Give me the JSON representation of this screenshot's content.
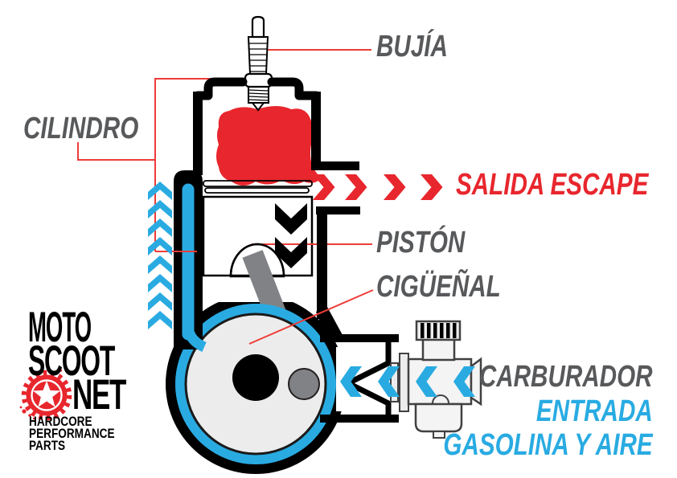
{
  "labels": {
    "bujia": "BUJÍA",
    "cilindro": "CILINDRO",
    "salida_escape": "SALIDA ESCAPE",
    "piston": "PISTÓN",
    "ciguenal": "CIGÜEÑAL",
    "carburador": "CARBURADOR",
    "entrada": "ENTRADA",
    "gasolina_y_aire": "GASOLINA Y AIRE"
  },
  "logo": {
    "line1": "MOTO",
    "line2": "SCOOT",
    "line3": "NET",
    "tagline1": "HARDCORE",
    "tagline2": "PERFORMANCE",
    "tagline3": "PARTS"
  },
  "diagram": {
    "parts": [
      "spark-plug",
      "cylinder",
      "combustion-gases",
      "piston",
      "connecting-rod",
      "crankshaft-flywheel",
      "crankcase",
      "transfer-port",
      "exhaust-flow",
      "intake-manifold",
      "carburetor",
      "intake-flow"
    ]
  },
  "colors": {
    "red": "#e8262d",
    "blue": "#29abe2",
    "label_gray": "#58595b",
    "leader_red": "#ee3c38",
    "piston_gray": "#c7c8ca",
    "mid_gray": "#808285",
    "light_gray": "#ececec",
    "carb_gray": "#f4f4f4",
    "outline_gray": "#414042",
    "black": "#000000",
    "background": "#ffffff"
  }
}
